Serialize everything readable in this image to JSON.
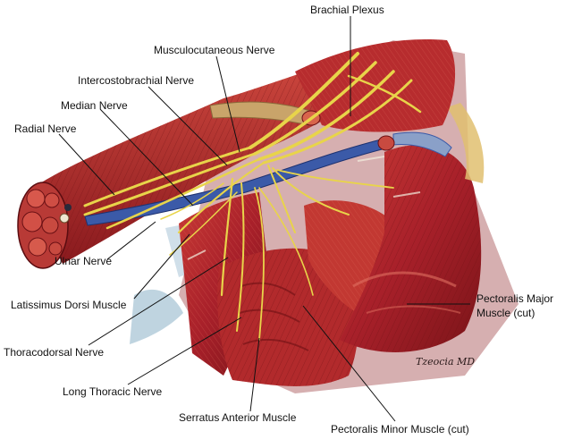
{
  "figure": {
    "title": "",
    "labels": {
      "brachial_plexus": "Brachial Plexus",
      "musculocutaneous_nerve": "Musculocutaneous Nerve",
      "intercostobrachial_nerve": "Intercostobrachial Nerve",
      "median_nerve": "Median Nerve",
      "radial_nerve": "Radial Nerve",
      "ulnar_nerve": "Ulnar Nerve",
      "latissimus_dorsi_muscle": "Latissimus Dorsi Muscle",
      "thoracodorsal_nerve": "Thoracodorsal Nerve",
      "long_thoracic_nerve": "Long Thoracic Nerve",
      "serratus_anterior_muscle": "Serratus Anterior Muscle",
      "pectoralis_minor_muscle_cut": "Pectoralis Minor Muscle (cut)",
      "pectoralis_major_line1": "Pectoralis Major",
      "pectoralis_major_line2": "Muscle (cut)"
    },
    "signature": "Tzeocia MD",
    "colors": {
      "muscle": "#b8262a",
      "muscle_dark": "#7a1418",
      "nerve": "#e8d44a",
      "vein": "#3b5aa8",
      "tendon": "#c9a46a",
      "fascia": "#a9c6d6",
      "leader_line": "#111111"
    }
  }
}
